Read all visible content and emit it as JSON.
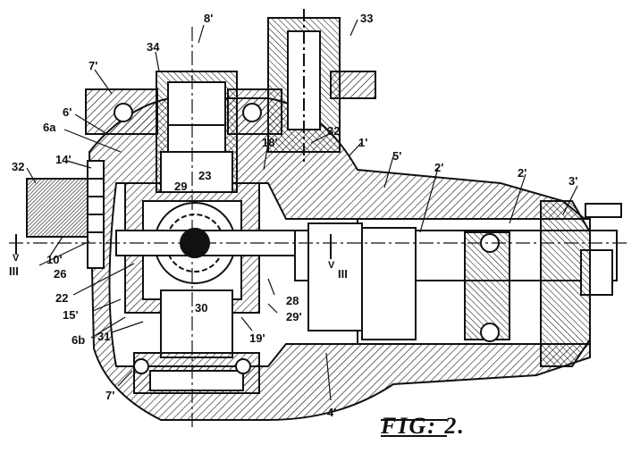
{
  "figure": {
    "caption": "FIG: 2.",
    "labels": {
      "l8p": "8'",
      "l33": "33",
      "l34": "34",
      "l7pa": "7'",
      "l6p": "6'",
      "l6a": "6a",
      "l18p": "18'",
      "l32a": "32",
      "l1p": "1'",
      "l5p": "5'",
      "l14p": "14'",
      "l32b": "32",
      "l29a": "29",
      "l23": "23",
      "l2pa": "2'",
      "l2pb": "2'",
      "l3p": "3'",
      "l10p": "10'",
      "l26": "26",
      "l22": "22",
      "l15p": "15'",
      "l30": "30",
      "l28": "28",
      "l29p": "29'",
      "l19p": "19'",
      "l6b": "6b",
      "l31": "31",
      "l7pb": "7'",
      "l4p": "4'",
      "sectL_v": "V",
      "sectL_n": "III",
      "sectR_v": "V",
      "sectR_n": "III"
    }
  }
}
